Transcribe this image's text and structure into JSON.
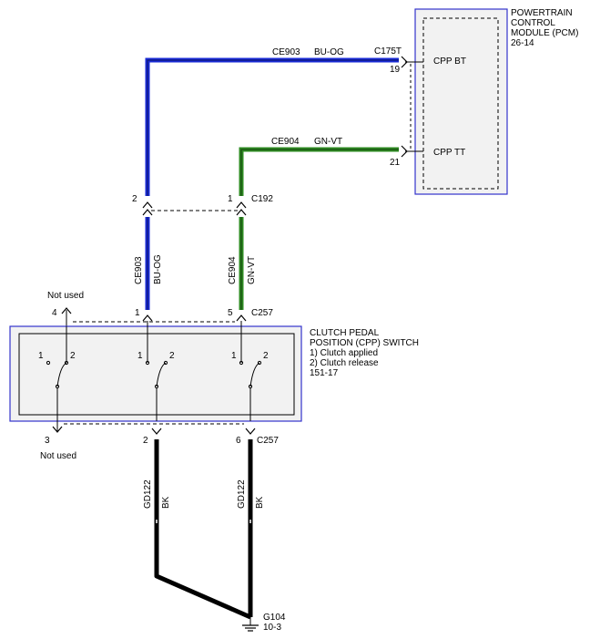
{
  "pcm": {
    "title_lines": [
      "POWERTRAIN",
      "CONTROL",
      "MODULE (PCM)",
      "26-14"
    ],
    "pin_bt_label": "CPP BT",
    "pin_tt_label": "CPP TT",
    "connector": "C175T",
    "pin_bt_num": "19",
    "pin_tt_num": "21"
  },
  "wires": {
    "ce903": {
      "circuit": "CE903",
      "color": "BU-OG",
      "hex": "#1a2bd6"
    },
    "ce904": {
      "circuit": "CE904",
      "color": "GN-VT",
      "hex": "#2e8b22"
    },
    "gd122": {
      "circuit": "GD122",
      "color": "BK",
      "hex": "#000000"
    }
  },
  "c192": {
    "name": "C192",
    "pin_a": "2",
    "pin_b": "1"
  },
  "c257_top": {
    "name": "C257",
    "pin_notused": "4",
    "pin_a": "1",
    "pin_b": "5",
    "not_used_label": "Not used"
  },
  "cpp_switch": {
    "title_lines": [
      "CLUTCH PEDAL",
      "POSITION (CPP) SWITCH",
      "1) Clutch applied",
      "2) Clutch release",
      "151-17"
    ],
    "contact_1": "1",
    "contact_2": "2"
  },
  "c257_bottom": {
    "name": "C257",
    "pin_notused": "3",
    "pin_a": "2",
    "pin_b": "6",
    "not_used_label": "Not used"
  },
  "ground": {
    "name": "G104",
    "ref": "10-3"
  },
  "colors": {
    "module_border": "#3333cc",
    "module_fill": "#f2f2f2"
  }
}
